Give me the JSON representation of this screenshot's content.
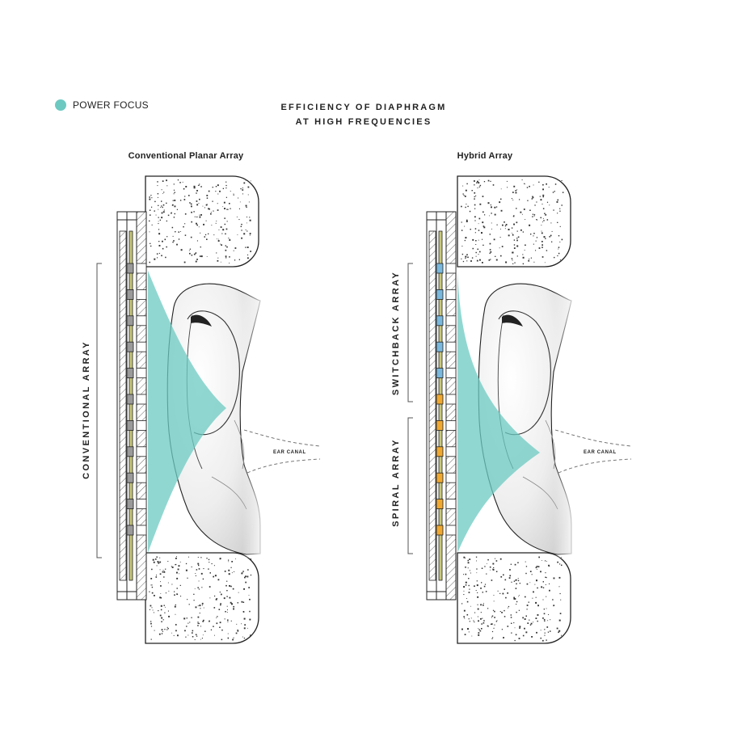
{
  "legend": {
    "label": "POWER FOCUS",
    "color": "#6cc9c1"
  },
  "title": {
    "line1": "EFFICIENCY OF DIAPHRAGM",
    "line2": "AT HIGH FREQUENCIES"
  },
  "left_panel": {
    "title": "Conventional Planar Array",
    "array_label": "CONVENTIONAL ARRAY",
    "ear_canal_label": "EAR CANAL"
  },
  "right_panel": {
    "title": "Hybrid Array",
    "switchback_label": "SWITCHBACK ARRAY",
    "spiral_label": "SPIRAL ARRAY",
    "ear_canal_label": "EAR CANAL"
  },
  "colors": {
    "focus": "#6cc9c1",
    "switchback": "#7ab8dd",
    "spiral": "#f0a830",
    "magnet": "#9a9a9a",
    "diaphragm": "#c8c87a"
  }
}
